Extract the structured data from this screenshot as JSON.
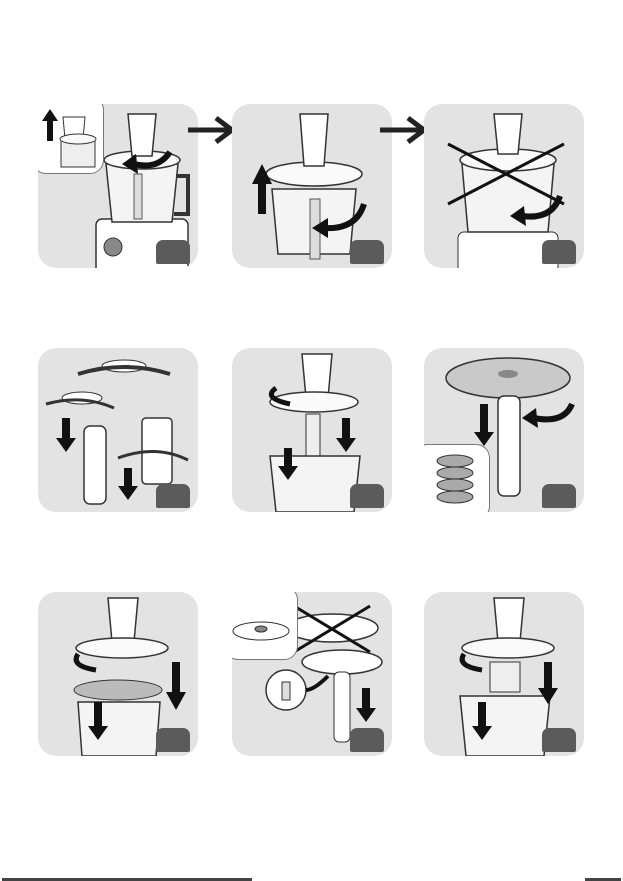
{
  "panels": [
    {
      "id": 1,
      "label": ""
    },
    {
      "id": 2,
      "label": ""
    },
    {
      "id": 3,
      "label": ""
    },
    {
      "id": 4,
      "label": ""
    },
    {
      "id": 5,
      "label": ""
    },
    {
      "id": 6,
      "label": ""
    },
    {
      "id": 7,
      "label": ""
    },
    {
      "id": 8,
      "label": ""
    },
    {
      "id": 9,
      "label": ""
    }
  ],
  "icons": {
    "flow": "right-arrow-icon",
    "lift": "up-arrow-icon",
    "rotate": "rotate-arrow-icon",
    "insert": "down-arrow-icon",
    "prohibited": "cross-out-icon"
  },
  "colors": {
    "panel_bg": "#e3e3e3",
    "badge": "#5b5b5b",
    "line": "#222222"
  }
}
